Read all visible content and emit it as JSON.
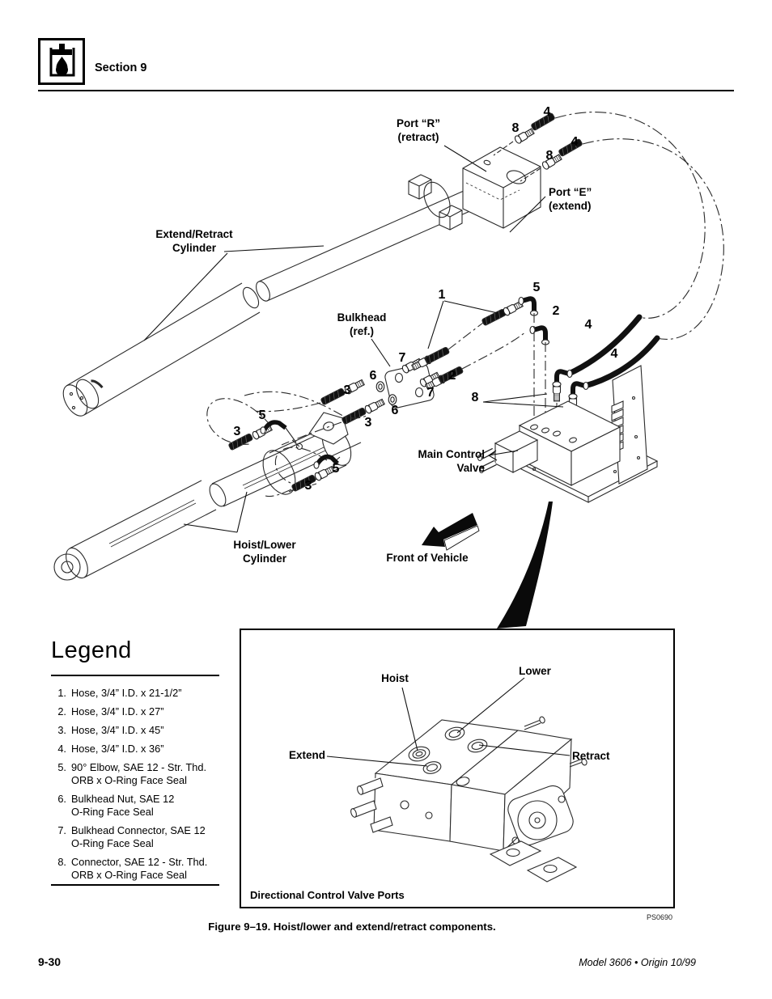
{
  "header": {
    "section_label": "Section 9",
    "logo_icon": "hydraulic-press-icon"
  },
  "diagram": {
    "labels": {
      "port_r_1": "Port “R”",
      "port_r_2": "(retract)",
      "port_e_1": "Port “E”",
      "port_e_2": "(extend)",
      "extend_retract_1": "Extend/Retract",
      "extend_retract_2": "Cylinder",
      "bulkhead_1": "Bulkhead",
      "bulkhead_2": "(ref.)",
      "main_valve_1": "Main Control",
      "main_valve_2": "Valve",
      "hoist_lower_1": "Hoist/Lower",
      "hoist_lower_2": "Cylinder",
      "front_of_vehicle": "Front of Vehicle"
    },
    "callouts": [
      {
        "n": "4"
      },
      {
        "n": "8"
      },
      {
        "n": "4"
      },
      {
        "n": "8"
      },
      {
        "n": "1"
      },
      {
        "n": "5"
      },
      {
        "n": "2"
      },
      {
        "n": "4"
      },
      {
        "n": "4"
      },
      {
        "n": "7"
      },
      {
        "n": "6"
      },
      {
        "n": "2"
      },
      {
        "n": "7"
      },
      {
        "n": "3"
      },
      {
        "n": "6"
      },
      {
        "n": "3"
      },
      {
        "n": "8"
      },
      {
        "n": "5"
      },
      {
        "n": "3"
      },
      {
        "n": "5"
      },
      {
        "n": "3"
      }
    ]
  },
  "legend": {
    "title": "Legend",
    "items": [
      {
        "num": "1.",
        "line1": "Hose, 3/4” I.D. x 21-1/2”",
        "line2": ""
      },
      {
        "num": "2.",
        "line1": "Hose, 3/4” I.D. x 27”",
        "line2": ""
      },
      {
        "num": "3.",
        "line1": "Hose, 3/4” I.D. x 45”",
        "line2": ""
      },
      {
        "num": "4.",
        "line1": "Hose, 3/4” I.D. x 36”",
        "line2": ""
      },
      {
        "num": "5.",
        "line1": "90° Elbow, SAE 12 - Str. Thd.",
        "line2": "ORB x O-Ring Face Seal"
      },
      {
        "num": "6.",
        "line1": "Bulkhead Nut, SAE 12",
        "line2": "O-Ring Face Seal"
      },
      {
        "num": "7.",
        "line1": "Bulkhead Connector, SAE 12",
        "line2": "O-Ring Face Seal"
      },
      {
        "num": "8.",
        "line1": "Connector, SAE 12 - Str. Thd.",
        "line2": "ORB x O-Ring Face Seal"
      }
    ]
  },
  "inset": {
    "labels": {
      "hoist": "Hoist",
      "lower": "Lower",
      "extend": "Extend",
      "retract": "Retract"
    },
    "caption": "Directional Control Valve Ports",
    "photo_id": "PS0690"
  },
  "figure_caption": "Figure 9–19.  Hoist/lower and extend/retract components.",
  "footer": {
    "page_number": "9-30",
    "doc_ref": "Model 3606 • Origin 10/99"
  }
}
